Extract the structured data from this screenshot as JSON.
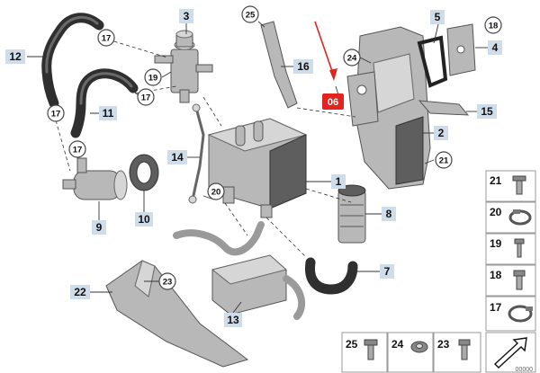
{
  "callouts": {
    "c1": "1",
    "c2": "2",
    "c3": "3",
    "c5": "5",
    "c4": "4",
    "c7": "7",
    "c8": "8",
    "c9": "9",
    "c10": "10",
    "c11": "11",
    "c12": "12",
    "c13": "13",
    "c14": "14",
    "c15": "15",
    "c16": "16",
    "c22": "22"
  },
  "circled": {
    "k17a": "17",
    "k17b": "17",
    "k17c": "17",
    "k17d": "17",
    "k25": "25",
    "k18": "18",
    "k19": "19",
    "k24": "24",
    "k21": "21",
    "k20": "20",
    "k23": "23"
  },
  "marker": {
    "label": "06",
    "color": "#e1241f"
  },
  "legend": {
    "side": [
      "21",
      "20",
      "19",
      "18",
      "17"
    ],
    "bottom": [
      "25",
      "24",
      "23"
    ]
  },
  "footer_ref": "00000"
}
